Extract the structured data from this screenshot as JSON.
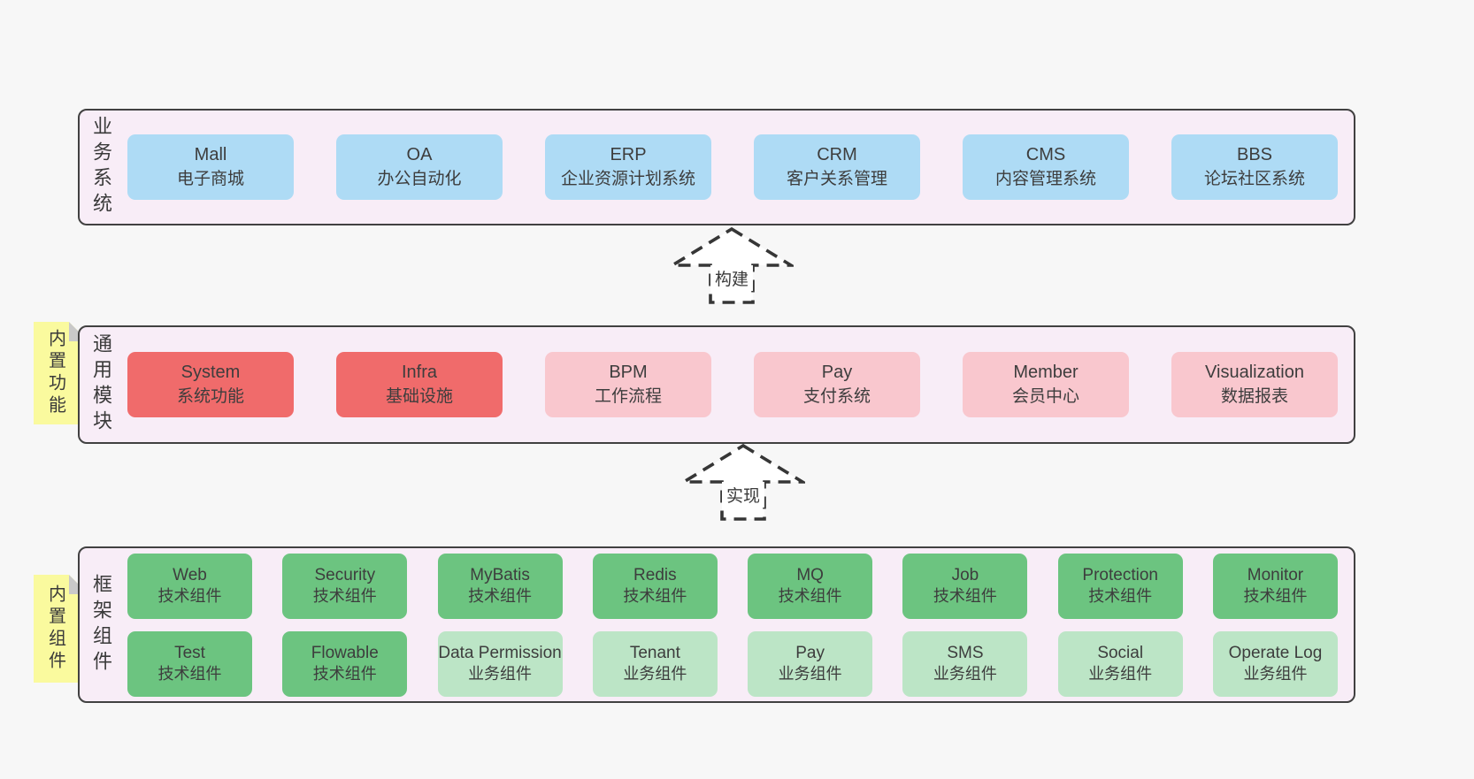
{
  "colors": {
    "page_background": "#f7f7f7",
    "container_background": "#f8edf7",
    "container_border": "#414141",
    "blue": "#aedbf5",
    "red": "#f06b6b",
    "pink": "#f9c7ce",
    "green": "#6cc480",
    "lightgreen": "#bce5c6",
    "sticky_yellow": "#fafa9e",
    "sticky_fold_gray": "#c9c9c9"
  },
  "arrows": [
    {
      "label": "构建"
    },
    {
      "label": "实现"
    }
  ],
  "layers": [
    {
      "label": "业务系统",
      "sticky": null,
      "rows": [
        [
          {
            "title": "Mall",
            "subtitle": "电子商城",
            "variant": "blue"
          },
          {
            "title": "OA",
            "subtitle": "办公自动化",
            "variant": "blue"
          },
          {
            "title": "ERP",
            "subtitle": "企业资源计划系统",
            "variant": "blue"
          },
          {
            "title": "CRM",
            "subtitle": "客户关系管理",
            "variant": "blue"
          },
          {
            "title": "CMS",
            "subtitle": "内容管理系统",
            "variant": "blue"
          },
          {
            "title": "BBS",
            "subtitle": "论坛社区系统",
            "variant": "blue"
          }
        ]
      ]
    },
    {
      "label": "通用模块",
      "sticky": "内置功能",
      "rows": [
        [
          {
            "title": "System",
            "subtitle": "系统功能",
            "variant": "red"
          },
          {
            "title": "Infra",
            "subtitle": "基础设施",
            "variant": "red"
          },
          {
            "title": "BPM",
            "subtitle": "工作流程",
            "variant": "pink"
          },
          {
            "title": "Pay",
            "subtitle": "支付系统",
            "variant": "pink"
          },
          {
            "title": "Member",
            "subtitle": "会员中心",
            "variant": "pink"
          },
          {
            "title": "Visualization",
            "subtitle": "数据报表",
            "variant": "pink"
          }
        ]
      ]
    },
    {
      "label": "框架组件",
      "sticky": "内置组件",
      "rows": [
        [
          {
            "title": "Web",
            "subtitle": "技术组件",
            "variant": "green"
          },
          {
            "title": "Security",
            "subtitle": "技术组件",
            "variant": "green"
          },
          {
            "title": "MyBatis",
            "subtitle": "技术组件",
            "variant": "green"
          },
          {
            "title": "Redis",
            "subtitle": "技术组件",
            "variant": "green"
          },
          {
            "title": "MQ",
            "subtitle": "技术组件",
            "variant": "green"
          },
          {
            "title": "Job",
            "subtitle": "技术组件",
            "variant": "green"
          },
          {
            "title": "Protection",
            "subtitle": "技术组件",
            "variant": "green"
          },
          {
            "title": "Monitor",
            "subtitle": "技术组件",
            "variant": "green"
          }
        ],
        [
          {
            "title": "Test",
            "subtitle": "技术组件",
            "variant": "green"
          },
          {
            "title": "Flowable",
            "subtitle": "技术组件",
            "variant": "green"
          },
          {
            "title": "Data Permission",
            "subtitle": "业务组件",
            "variant": "lightgreen"
          },
          {
            "title": "Tenant",
            "subtitle": "业务组件",
            "variant": "lightgreen"
          },
          {
            "title": "Pay",
            "subtitle": "业务组件",
            "variant": "lightgreen"
          },
          {
            "title": "SMS",
            "subtitle": "业务组件",
            "variant": "lightgreen"
          },
          {
            "title": "Social",
            "subtitle": "业务组件",
            "variant": "lightgreen"
          },
          {
            "title": "Operate Log",
            "subtitle": "业务组件",
            "variant": "lightgreen"
          }
        ]
      ]
    }
  ]
}
